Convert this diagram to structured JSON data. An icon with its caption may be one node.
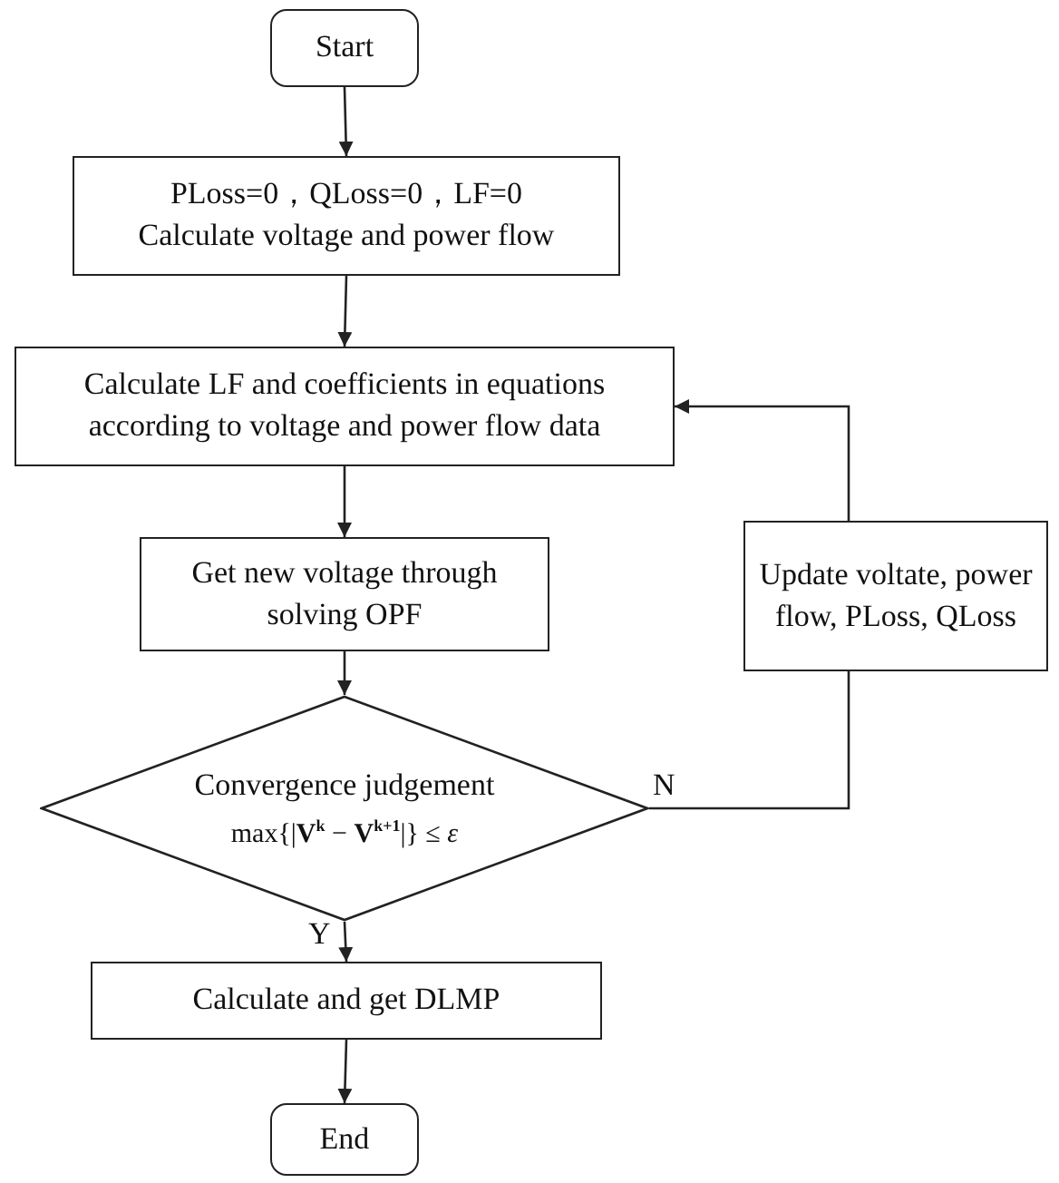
{
  "diagram": {
    "nodes": [
      {
        "text": [
          "Start"
        ]
      },
      {
        "text": [
          "PLoss=0，QLoss=0，LF=0",
          "Calculate voltage and power flow"
        ]
      },
      {
        "text": [
          "Calculate LF and coefficients in equations according to voltage and power flow data"
        ]
      },
      {
        "text": [
          "Get new voltage through solving OPF"
        ]
      },
      {
        "text": [
          "Convergence judgement",
          "max{|**V**$^{k}$ − **V**$^{k+1}$|} ≤ *ε*"
        ]
      },
      {
        "text": [
          "Calculate and get DLMP"
        ]
      },
      {
        "text": [
          "End"
        ]
      },
      {
        "text": [
          "Update voltate, power flow, PLoss, QLoss"
        ]
      }
    ],
    "edges": [
      {
        "from": 0,
        "to": 1,
        "arrow": "to"
      },
      {
        "from": 1,
        "to": 2,
        "arrow": "to"
      },
      {
        "from": 2,
        "to": 3,
        "arrow": "to"
      },
      {
        "from": 3,
        "to": 4,
        "arrow": "to"
      },
      {
        "from": 4,
        "to": 5,
        "arrow": "to",
        "label": "Y"
      },
      {
        "from": 5,
        "to": 6,
        "arrow": "to"
      },
      {
        "from": 4,
        "to": 7,
        "arrow": "none",
        "label": "N"
      },
      {
        "from": 7,
        "to": 2,
        "arrow": "to"
      }
    ]
  }
}
